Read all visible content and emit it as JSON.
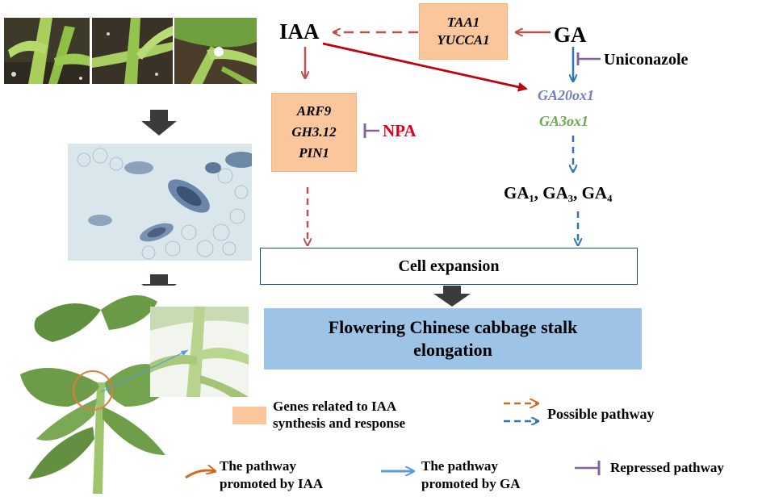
{
  "nodes": {
    "iaa": "IAA",
    "ga": "GA",
    "uniconazole": "Uniconazole",
    "npa": "NPA",
    "ga_genes": [
      "GA20ox1",
      "GA3ox1"
    ],
    "ga_products": "GA₁, GA₃, GA₄"
  },
  "gene_boxes": {
    "synthesis": [
      "TAA1",
      "YUCCA1"
    ],
    "response": [
      "ARF9",
      "GH3.12",
      "PIN1"
    ]
  },
  "process_boxes": {
    "cell_expansion": "Cell expansion",
    "stalk_elongation_line1": "Flowering Chinese cabbage stalk",
    "stalk_elongation_line2": "elongation"
  },
  "legend": {
    "genes_line1": "Genes related to IAA",
    "genes_line2": "synthesis and response",
    "possible": "Possible pathway",
    "iaa_line1": "The pathway",
    "iaa_line2": "promoted by IAA",
    "ga_line1": "The pathway",
    "ga_line2": "promoted by GA",
    "repressed": "Repressed pathway"
  },
  "colors": {
    "iaa_arrow": "#c0504d",
    "iaa_solid": "#c0000a",
    "ga_arrow": "#2e75b6",
    "inhibit": "#8064a2",
    "npa": "#e4001b",
    "ga20ox1": "#6f7fc0",
    "ga3ox1": "#6aa84f",
    "gene_box": "#f9c79b",
    "stalk_box": "#9dc3e6",
    "legend_orange": "#d3691e",
    "legend_blue": "#5b9bd5"
  },
  "icons": [
    "photo-stalk-1",
    "photo-stalk-2",
    "photo-stalk-3",
    "photo-tissue-section",
    "photo-plant",
    "photo-plant-zoom"
  ]
}
